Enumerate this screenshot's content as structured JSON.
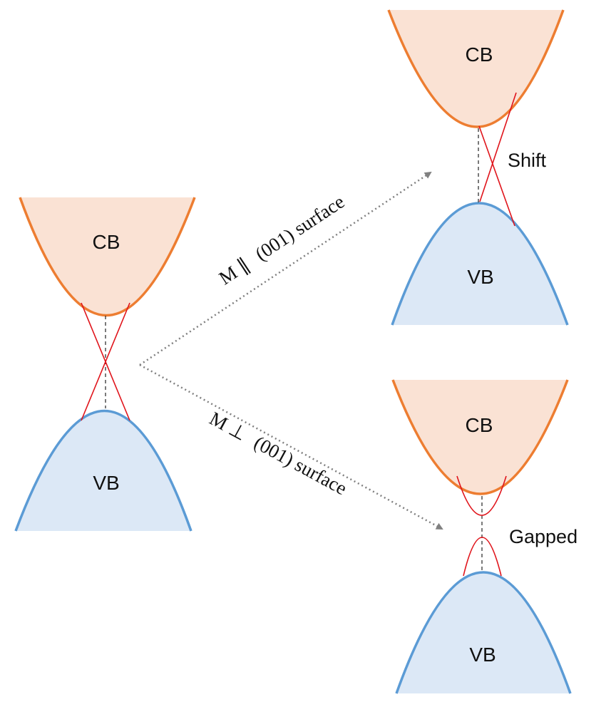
{
  "colors": {
    "cb_fill": "#fae2d4",
    "cb_stroke": "#ed7d31",
    "vb_fill": "#dce8f6",
    "vb_stroke": "#5b9bd5",
    "surface_state": "#e0141b",
    "dashed_axis": "#222222",
    "arrow": "#808080"
  },
  "left_panel": {
    "cb_label": "CB",
    "vb_label": "VB"
  },
  "top_right_panel": {
    "cb_label": "CB",
    "vb_label": "VB",
    "state_label": "Shift"
  },
  "bottom_right_panel": {
    "cb_label": "CB",
    "vb_label": "VB",
    "state_label": "Gapped"
  },
  "arrows": {
    "parallel": {
      "symbol": "M ∥",
      "text": "(001) surface"
    },
    "perpendicular": {
      "symbol": "M ⊥",
      "text": "(001) surface"
    }
  }
}
